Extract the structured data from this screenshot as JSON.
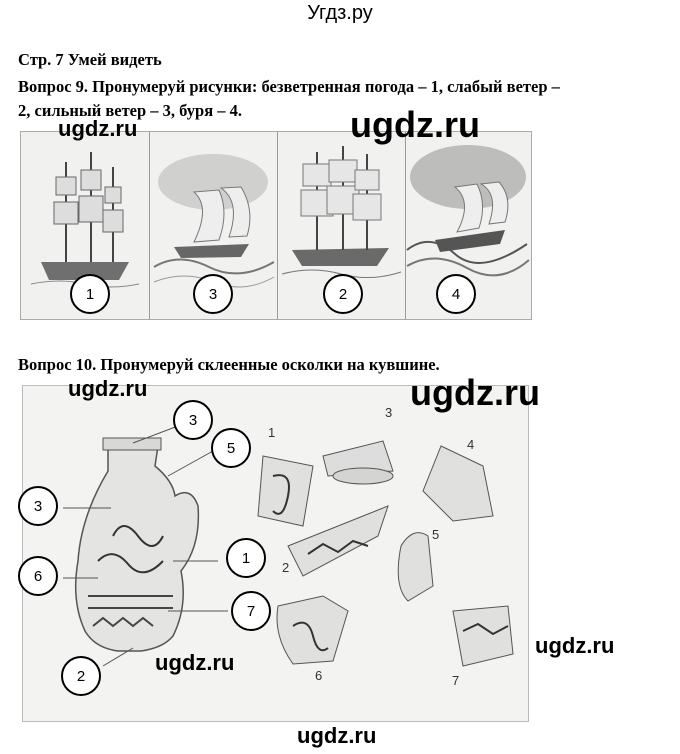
{
  "site_title": "Угдз.ру",
  "header": {
    "page_line": "Стр. 7 Умей видеть",
    "q9_line1": "Вопрос 9. Пронумеруй рисунки: безветренная погода – 1, слабый ветер –",
    "q9_line2": "2, сильный ветер – 3, буря – 4."
  },
  "q9_answers": [
    "1",
    "3",
    "2",
    "4"
  ],
  "q10_title": "Вопрос 10. Пронумеруй склеенные осколки на кувшине.",
  "q10_jug_callouts": [
    "3",
    "5",
    "3",
    "1",
    "6",
    "7",
    "2"
  ],
  "q10_shard_labels": [
    "1",
    "3",
    "4",
    "2",
    "5",
    "6",
    "7"
  ],
  "watermarks": {
    "big": "ugdz.ru",
    "small": "ugdz.ru"
  }
}
